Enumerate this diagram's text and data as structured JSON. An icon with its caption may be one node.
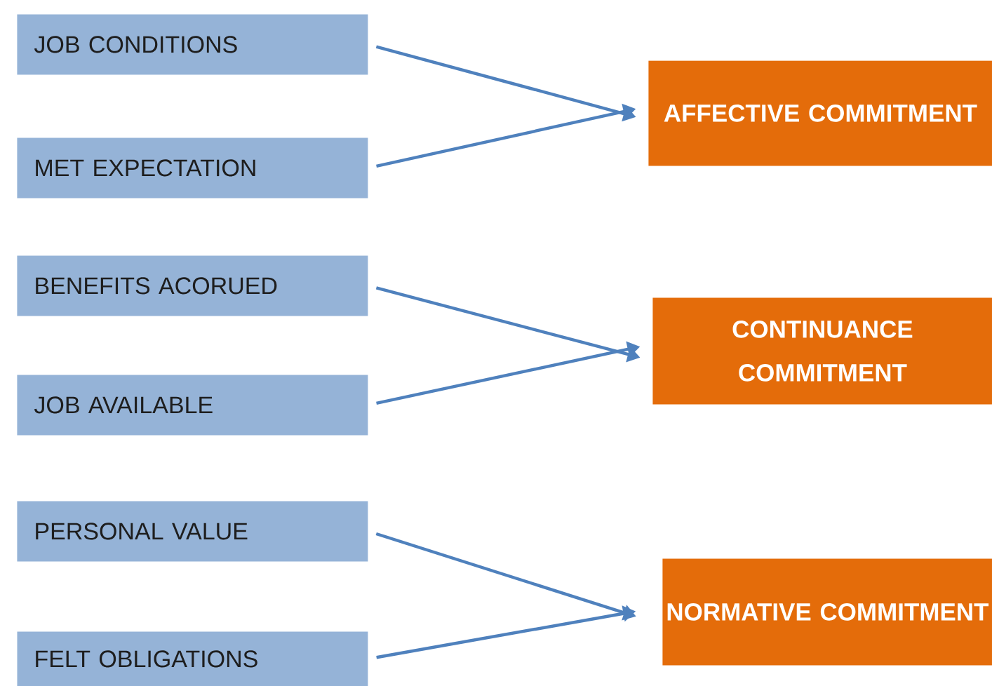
{
  "diagram": {
    "nodes": [
      {
        "text": [
          "JOB CONDITIONS"
        ]
      },
      {
        "text": [
          "AFFECTIVE COMMITMENT"
        ]
      },
      {
        "text": [
          "MET EXPECTATION"
        ]
      },
      {
        "text": [
          "BENEFITS ACORUED"
        ]
      },
      {
        "text": [
          "CONTINUANCE COMMITMENT"
        ]
      },
      {
        "text": [
          "JOB AVAILABLE"
        ]
      },
      {
        "text": [
          "PERSONAL VALUE"
        ]
      },
      {
        "text": [
          "NORMATIVE COMMITMENT"
        ]
      },
      {
        "text": [
          "FELT OBLIGATIONS"
        ]
      }
    ],
    "edges": [
      {
        "from": 0,
        "to": 1,
        "arrow": "to"
      },
      {
        "from": 2,
        "to": 1,
        "arrow": "to"
      },
      {
        "from": 3,
        "to": 4,
        "arrow": "to"
      },
      {
        "from": 5,
        "to": 4,
        "arrow": "to"
      },
      {
        "from": 6,
        "to": 7,
        "arrow": "to"
      },
      {
        "from": 8,
        "to": 7,
        "arrow": "to"
      }
    ]
  }
}
